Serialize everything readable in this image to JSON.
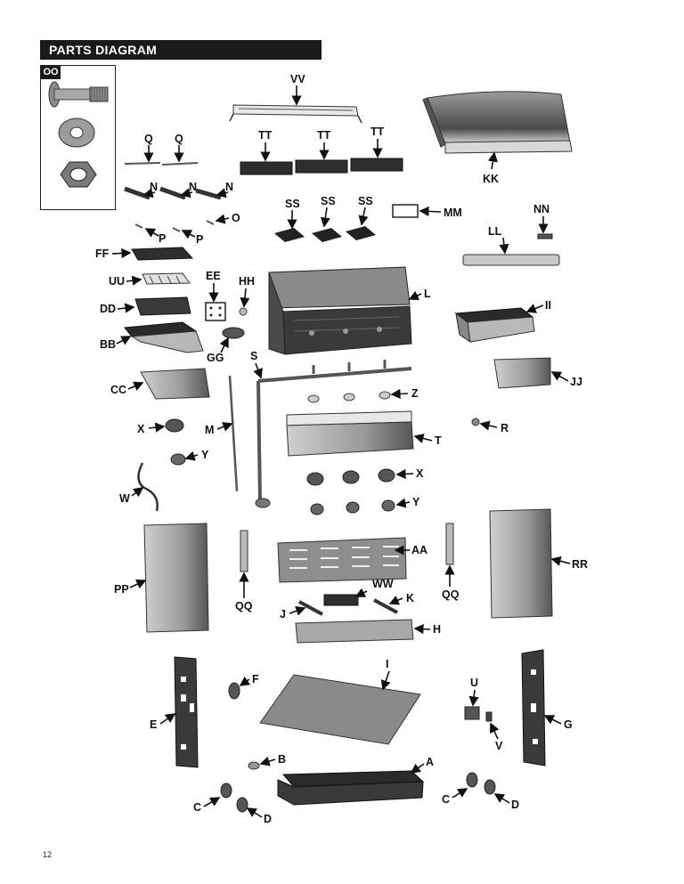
{
  "header": {
    "title": "PARTS DIAGRAM"
  },
  "inset": {
    "label": "OO"
  },
  "page_number": "12",
  "labels": {
    "VV": "VV",
    "KK": "KK",
    "Q1": "Q",
    "Q2": "Q",
    "TT1": "TT",
    "TT2": "TT",
    "TT3": "TT",
    "N1": "N",
    "N2": "N",
    "N3": "N",
    "SS1": "SS",
    "SS2": "SS",
    "SS3": "SS",
    "MM": "MM",
    "NN": "NN",
    "P1": "P",
    "P2": "P",
    "O": "O",
    "LL": "LL",
    "FF": "FF",
    "UU": "UU",
    "EE": "EE",
    "HH": "HH",
    "L": "L",
    "DD": "DD",
    "II": "II",
    "BB": "BB",
    "GG": "GG",
    "S": "S",
    "JJ": "JJ",
    "CC": "CC",
    "Z": "Z",
    "X1": "X",
    "M": "M",
    "T": "T",
    "R": "R",
    "Y1": "Y",
    "X2": "X",
    "W": "W",
    "Y2": "Y",
    "AA": "AA",
    "RR": "RR",
    "PP": "PP",
    "QQ1": "QQ",
    "QQ2": "QQ",
    "WW": "WW",
    "K": "K",
    "J": "J",
    "H": "H",
    "I": "I",
    "F": "F",
    "U": "U",
    "E": "E",
    "G": "G",
    "V": "V",
    "B": "B",
    "A": "A",
    "C1": "C",
    "D1": "D",
    "C2": "C",
    "D2": "D"
  },
  "colors": {
    "header_bg": "#1a1a1a",
    "part_dark": "#3a3a3a",
    "part_mid": "#9a9a9a",
    "part_light": "#cfcfcf"
  }
}
